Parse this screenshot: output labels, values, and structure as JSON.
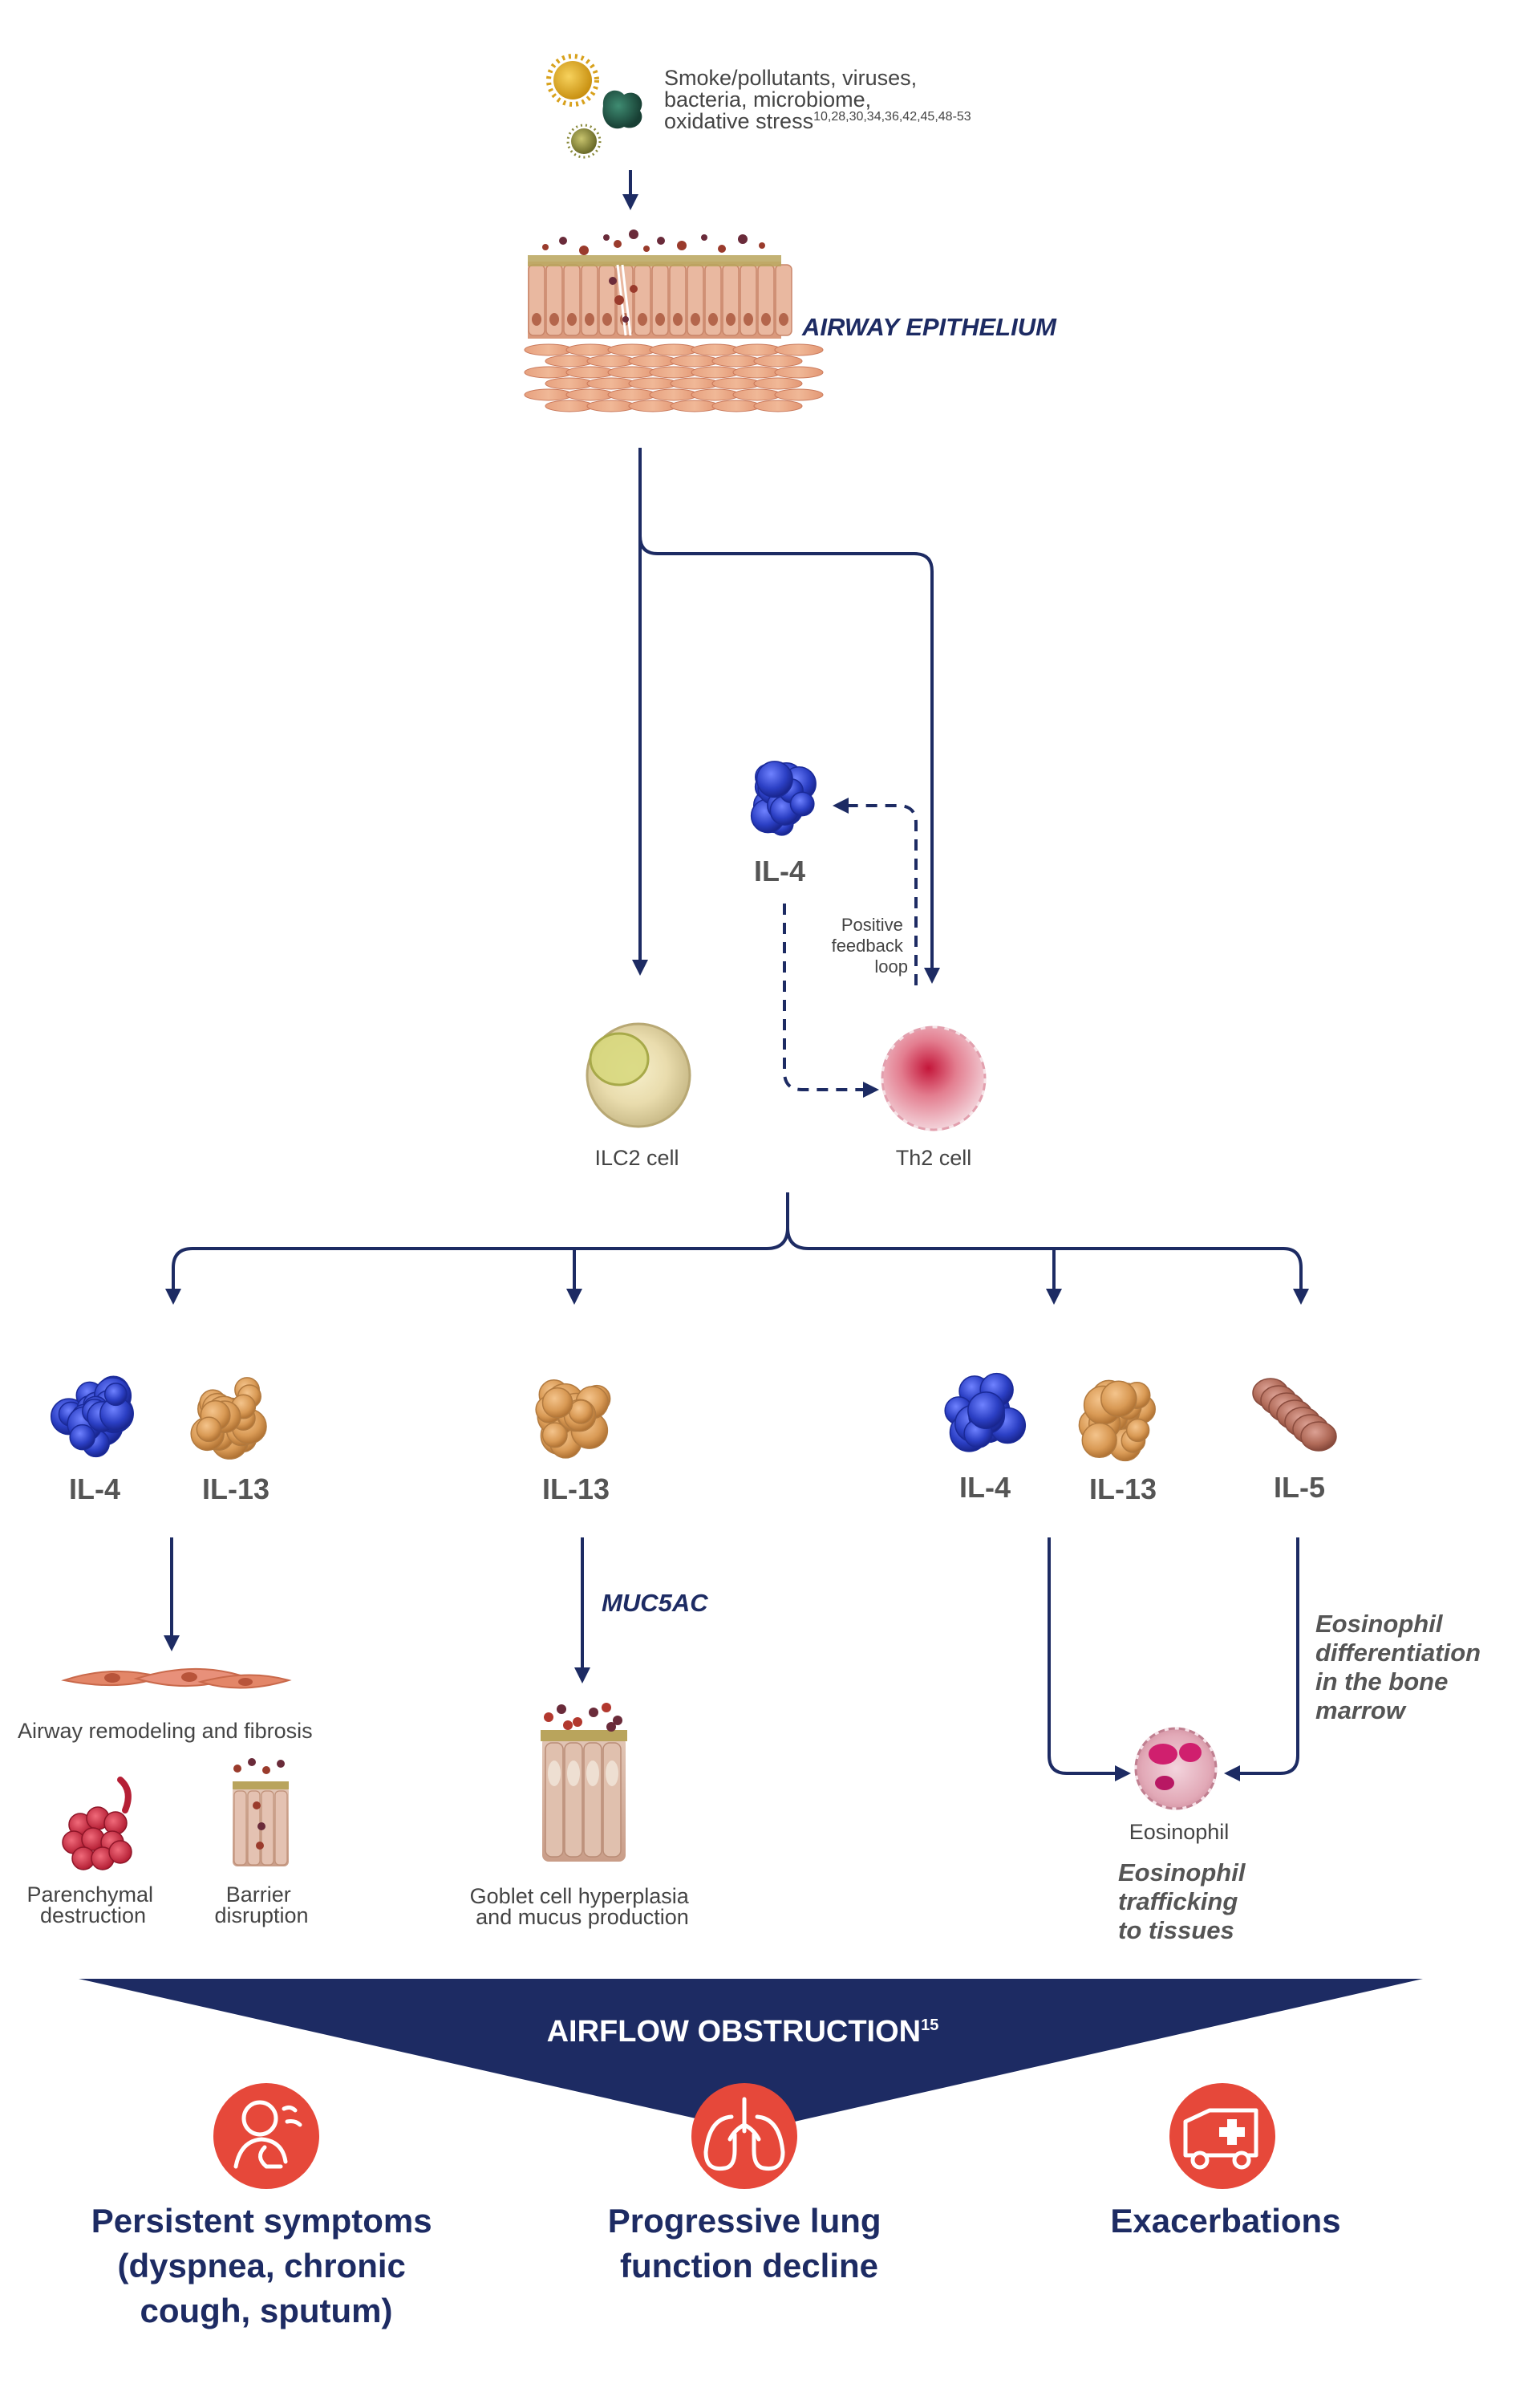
{
  "triggers": {
    "line1": "Smoke/pollutants, viruses,",
    "line2": "bacteria, microbiome,",
    "line3": "oxidative stress",
    "refs": "10,28,30,34,36,42,45,48-53"
  },
  "airway_epithelium_label": "AIRWAY EPITHELIUM",
  "il4_top_label": "IL-4",
  "feedback": {
    "line1": "Positive",
    "line2": "feedback",
    "line3": "loop"
  },
  "ilc2_label": "ILC2 cell",
  "th2_label": "Th2 cell",
  "branch1": {
    "il4": "IL-4",
    "il13": "IL-13",
    "remodeling": "Airway remodeling and fibrosis",
    "parenchymal_1": "Parenchymal",
    "parenchymal_2": "destruction",
    "barrier_1": "Barrier",
    "barrier_2": "disruption"
  },
  "branch2": {
    "il13": "IL-13",
    "muc5ac": "MUC5AC",
    "goblet_1": "Goblet cell hyperplasia",
    "goblet_2": "and mucus production"
  },
  "branch3": {
    "il4": "IL-4",
    "il13": "IL-13",
    "il5": "IL-5",
    "eos_diff_1": "Eosinophil",
    "eos_diff_2": "differentiation",
    "eos_diff_3": "in the bone",
    "eos_diff_4": "marrow",
    "eosinophil": "Eosinophil",
    "traffic_1": "Eosinophil",
    "traffic_2": "trafficking",
    "traffic_3": "to tissues"
  },
  "airflow": {
    "label": "AIRFLOW OBSTRUCTION",
    "ref": "15"
  },
  "outcomes": [
    {
      "icon": "patient-coughing-icon",
      "line1": "Persistent symptoms",
      "line2": "(dyspnea, chronic",
      "line3": "cough, sputum)"
    },
    {
      "icon": "lungs-icon",
      "line1": "Progressive lung",
      "line2": "function decline"
    },
    {
      "icon": "ambulance-icon",
      "line1": "Exacerbations"
    }
  ],
  "colors": {
    "navy": "#1d2b63",
    "outcome_red": "#e6483a",
    "il4_blue": "#2b3fc4",
    "il13_orange": "#d99a55",
    "il5_brown": "#b06a58"
  }
}
